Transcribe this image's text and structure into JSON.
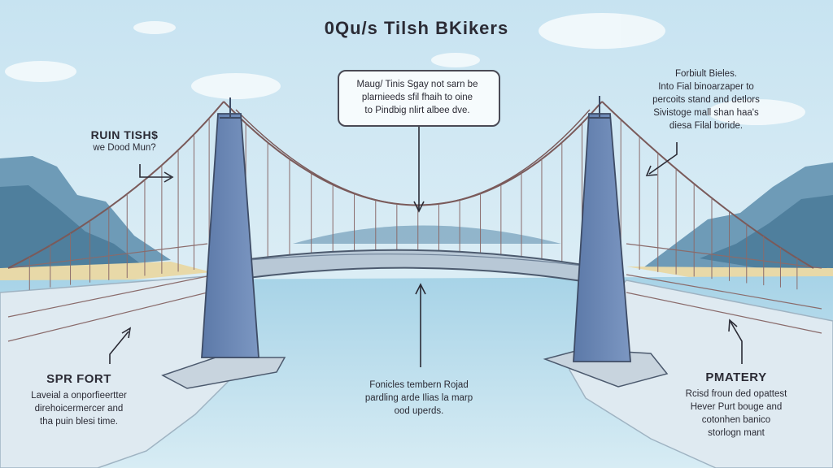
{
  "title": "0Qu/s Tilsh BKikers",
  "center_callout": {
    "lines": [
      "Maug/ Tinis Sgay not sarn be",
      "plarnieeds sfil fhaih to oine",
      "to Pindbig nlirt albee dve."
    ]
  },
  "top_left_label": {
    "heading": "RUIN TISH$",
    "lines": [
      "we Dood Mun?"
    ]
  },
  "top_right_label": {
    "lines": [
      "Forbiult Bieles.",
      "Into Fial binoarzaper to",
      "percoits stand and detlors",
      "Sivistoge mall shan haa's",
      "diesa Filal boride."
    ]
  },
  "bottom_left_label": {
    "heading": "SPR FORT",
    "lines": [
      "Laveial a onporfieertter",
      "direhoicermercer and",
      "tha puin blesi time."
    ]
  },
  "bottom_center_label": {
    "lines": [
      "Fonicles tembern Rojad",
      "pardling arde Ilias la marp",
      "ood uperds."
    ]
  },
  "bottom_right_label": {
    "heading": "PMATERY",
    "lines": [
      "Rcisd froun ded opattest",
      "Hever Purt bouge and",
      "cotonhen banico",
      "storlogn mant"
    ]
  }
}
